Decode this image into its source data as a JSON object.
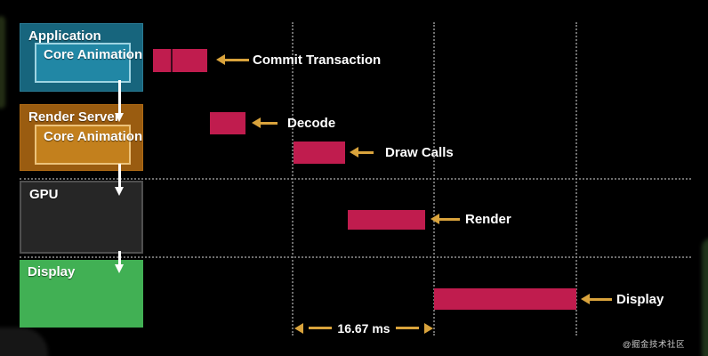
{
  "stages": [
    {
      "label": "Application",
      "inner_label": "Core Animation"
    },
    {
      "label": "Render Server",
      "inner_label": "Core Animation"
    },
    {
      "label": "GPU"
    },
    {
      "label": "Display"
    }
  ],
  "timeline": {
    "bars": [
      {
        "label": "Commit Transaction",
        "row": "Application",
        "segments": 2
      },
      {
        "label": "Decode",
        "row": "Render Server",
        "segments": 1
      },
      {
        "label": "Draw Calls",
        "row": "Render Server",
        "segments": 1
      },
      {
        "label": "Render",
        "row": "GPU",
        "segments": 1
      },
      {
        "label": "Display",
        "row": "Display",
        "segments": 1
      }
    ],
    "frame_interval_label": "16.67 ms",
    "vsync_gridline_count": 3
  },
  "watermark": "@掘金技术社区",
  "colors": {
    "bg": "#000000",
    "bar": "#c01c4e",
    "arrow": "#d9a33c",
    "app-box": "#17657d",
    "app-inner": "#2187a5",
    "app-inner-border": "#9ed4e2",
    "server-box": "#9a5c10",
    "server-inner": "#c3801d",
    "server-inner-border": "#ecc27a",
    "gpu-box": "#262626",
    "gpu-border": "#4f4f4f",
    "display-box": "#41b054",
    "grid": "#8a8a8a",
    "text": "#ffffff"
  }
}
